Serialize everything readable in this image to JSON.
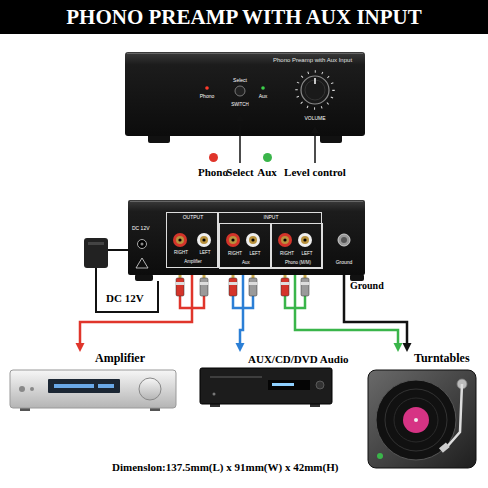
{
  "diagram": {
    "title": "PHONO PREAMP WITH AUX INPUT",
    "nodes": [
      {
        "text": [
          "Phono Preamp with Aux Input",
          "Select",
          "Phono",
          "SWITCH",
          "Aux",
          "VOLUME"
        ]
      },
      {
        "text": [
          "DC 12V",
          "Ground"
        ]
      },
      {
        "text": [
          "OUTPUT",
          "RIGHT",
          "LEFT",
          "Amplifier"
        ],
        "in": 1
      },
      {
        "text": [
          "INPUT"
        ],
        "in": 1
      },
      {
        "text": [
          "RIGHT",
          "LEFT",
          "Aux"
        ],
        "in": 3
      },
      {
        "text": [
          "RIGHT",
          "LEFT",
          "Phono (M/M)"
        ],
        "in": 3
      },
      {
        "text": [
          "Amplifier"
        ]
      },
      {
        "text": [
          "AUX/CD/DVD Audio"
        ]
      },
      {
        "text": [
          "Turntables"
        ]
      }
    ],
    "edges": [
      {
        "from": 2,
        "to": 6,
        "arrow": "to"
      },
      {
        "from": 4,
        "to": 7,
        "arrow": "to"
      },
      {
        "from": 5,
        "to": 8,
        "arrow": "to"
      },
      {
        "from": 1,
        "to": 8,
        "arrow": "to"
      }
    ],
    "labels": [
      "Select",
      "Level control",
      "DC 12V",
      "Ground",
      "Dimenslon:137.5mm(L) x 91mm(W) x 42mm(H)"
    ],
    "legend": [
      {
        "text": "Phono",
        "color": "#e0352b"
      },
      {
        "text": "Aux",
        "color": "#3ab54a"
      }
    ]
  }
}
